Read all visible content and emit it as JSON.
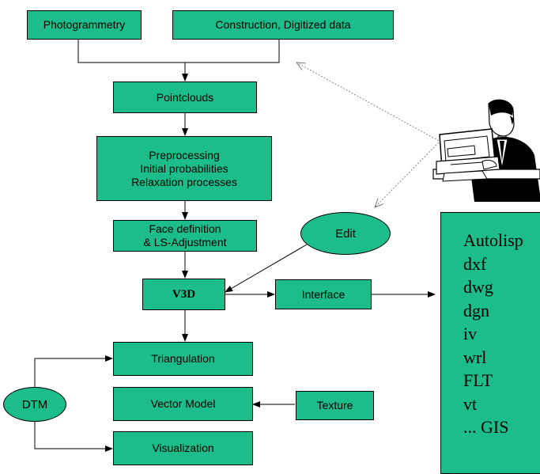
{
  "boxes": {
    "photogrammetry": "Photogrammetry",
    "construction": "Construction, Digitized data",
    "pointclouds": "Pointclouds",
    "preprocessing": [
      "Preprocessing",
      "Initial probabilities",
      "Relaxation processes"
    ],
    "face_definition": [
      "Face definition",
      "& LS-Adjustment"
    ],
    "v3d": "V3D",
    "interface": "Interface",
    "triangulation": "Triangulation",
    "vector_model": "Vector Model",
    "visualization": "Visualization",
    "texture": "Texture"
  },
  "ellipses": {
    "edit": "Edit",
    "dtm": "DTM"
  },
  "formats": [
    "Autolisp",
    "dxf",
    "dwg",
    "dgn",
    "iv",
    "wrl",
    "FLT",
    "vt",
    "... GIS"
  ],
  "colors": {
    "box_fill": "#1cbd8a",
    "line": "#000000",
    "dotted": "#888888"
  },
  "icons": {
    "operator": "person-at-computer-icon"
  }
}
